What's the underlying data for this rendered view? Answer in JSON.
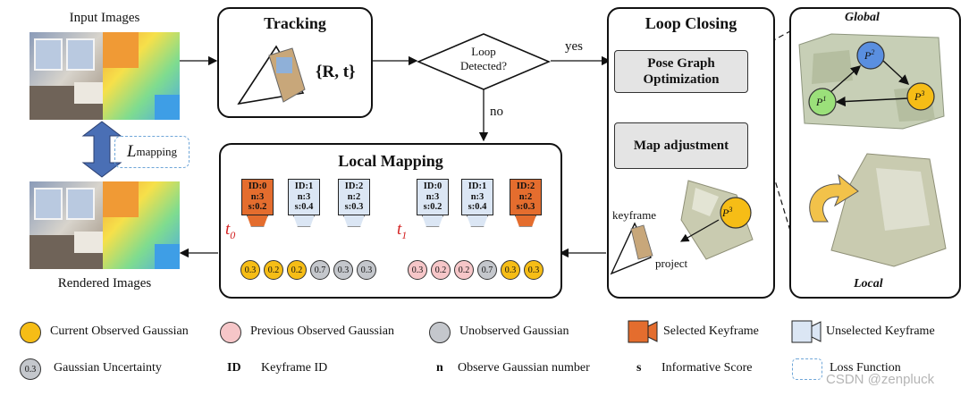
{
  "input_images": {
    "title": "Input Images"
  },
  "rendered_images": {
    "title": "Rendered Images"
  },
  "loss_label": {
    "base": "L",
    "sub": "mapping"
  },
  "tracking": {
    "title": "Tracking",
    "pose": "{R, t}"
  },
  "decision": {
    "question_line1": "Loop",
    "question_line2": "Detected?",
    "yes": "yes",
    "no": "no"
  },
  "loop_closing": {
    "title": "Loop Closing",
    "pgo_line1": "Pose Graph",
    "pgo_line2": "Optimization",
    "map_adjust": "Map adjustment",
    "keyframe": "keyframe",
    "project": "project",
    "p3": "P3"
  },
  "local_mapping": {
    "title": "Local Mapping",
    "t0": "t0",
    "t1": "t1",
    "keyframes": [
      {
        "id": "ID:0",
        "n": "n:3",
        "s": "s:0.2",
        "selected": true
      },
      {
        "id": "ID:1",
        "n": "n:3",
        "s": "s:0.4",
        "selected": false
      },
      {
        "id": "ID:2",
        "n": "n:2",
        "s": "s:0.3",
        "selected": false
      },
      {
        "id": "ID:0",
        "n": "n:3",
        "s": "s:0.2",
        "selected": false
      },
      {
        "id": "ID:1",
        "n": "n:3",
        "s": "s:0.4",
        "selected": false
      },
      {
        "id": "ID:2",
        "n": "n:2",
        "s": "s:0.3",
        "selected": true
      }
    ],
    "gaussians_t0": [
      {
        "v": "0.3",
        "c": "yellow"
      },
      {
        "v": "0.2",
        "c": "yellow"
      },
      {
        "v": "0.2",
        "c": "yellow"
      },
      {
        "v": "0.7",
        "c": "gray"
      },
      {
        "v": "0.3",
        "c": "gray"
      },
      {
        "v": "0.3",
        "c": "gray"
      }
    ],
    "gaussians_t1": [
      {
        "v": "0.3",
        "c": "pink"
      },
      {
        "v": "0.2",
        "c": "pink"
      },
      {
        "v": "0.2",
        "c": "pink"
      },
      {
        "v": "0.7",
        "c": "gray"
      },
      {
        "v": "0.3",
        "c": "yellow"
      },
      {
        "v": "0.3",
        "c": "yellow"
      }
    ]
  },
  "global_local": {
    "global": "Global",
    "local": "Local",
    "p1": "P1",
    "p2": "P2",
    "p3": "P3"
  },
  "legend": {
    "current": "Current Observed Gaussian",
    "previous": "Previous Observed Gaussian",
    "unobserved": "Unobserved Gaussian",
    "selected_kf": "Selected Keyframe",
    "unselected_kf": "Unselected Keyframe",
    "uncertainty_val": "0.3",
    "uncertainty": "Gaussian Uncertainty",
    "id_sym": "ID",
    "id_text": "Keyframe ID",
    "n_sym": "n",
    "n_text": "Observe Gaussian number",
    "s_sym": "s",
    "s_text": "Informative Score",
    "loss": "Loss Function"
  },
  "watermark": "CSDN @zenpluck",
  "colors": {
    "yellow": "#f6bd16",
    "pink": "#f6c6c8",
    "gray": "#c4c7cc",
    "orange": "#e46d2e",
    "lightblue": "#dbe6f4",
    "blue_arrow": "#4a6fb5"
  }
}
